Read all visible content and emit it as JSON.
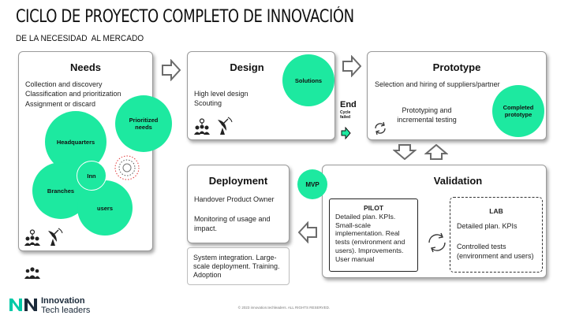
{
  "header": {
    "title": "CICLO DE PROYECTO COMPLETO DE INNOVACIÓN",
    "subtitle": "DE LA NECESIDAD  AL MERCADO"
  },
  "needs": {
    "title": "Needs",
    "lines": [
      "Collection and discovery",
      "Classification and prioritization",
      "Assignment or discard"
    ],
    "bubbles": {
      "prioritized": "Prioritized needs",
      "headquarters": "Headquarters",
      "inn": "Inn",
      "branches": "Branches",
      "users": "users"
    }
  },
  "design": {
    "title": "Design",
    "lines": [
      "High level design",
      "Scouting"
    ],
    "bubble": "Solutions"
  },
  "prototype": {
    "title": "Prototype",
    "line": "Selection and hiring of suppliers/partner",
    "sub": "Prototyping and incremental testing",
    "bubble": "Completed prototype"
  },
  "end": {
    "label": "End",
    "sub": "Cycle failed"
  },
  "validation": {
    "title": "Validation",
    "mvp": "MVP",
    "pilot": {
      "title": "PILOT",
      "text": "Detailed plan. KPIs. Small-scale implementation. Real tests (environment and users). Improvements. User manual"
    },
    "lab": {
      "title": "LAB",
      "line1": "Detailed plan. KPIs",
      "line2": "Controlled tests (environment and users)"
    }
  },
  "deployment": {
    "title": "Deployment",
    "line1": "Handover Product Owner",
    "line2": "Monitoring of usage and impact."
  },
  "extra": {
    "text": "System integration. Large-scale deployment. Training. Adoption"
  },
  "footer": {
    "brand_line1": "Innovation",
    "brand_line2": "Tech leaders",
    "copyright": "© 2023 innovation.techleaders. ALL RIGHTS RESERVED."
  },
  "colors": {
    "accent": "#1de9a0",
    "border": "#9a9a9a",
    "arrow_fill": "#ffffff",
    "arrow_stroke": "#6b6b6b"
  },
  "icons": [
    "people-location-icon",
    "satellite-dish-icon",
    "cycle-icon",
    "arrow-right-icon",
    "arrow-left-icon",
    "arrow-down-icon",
    "arrow-up-icon",
    "team-icon",
    "logo-icon"
  ]
}
